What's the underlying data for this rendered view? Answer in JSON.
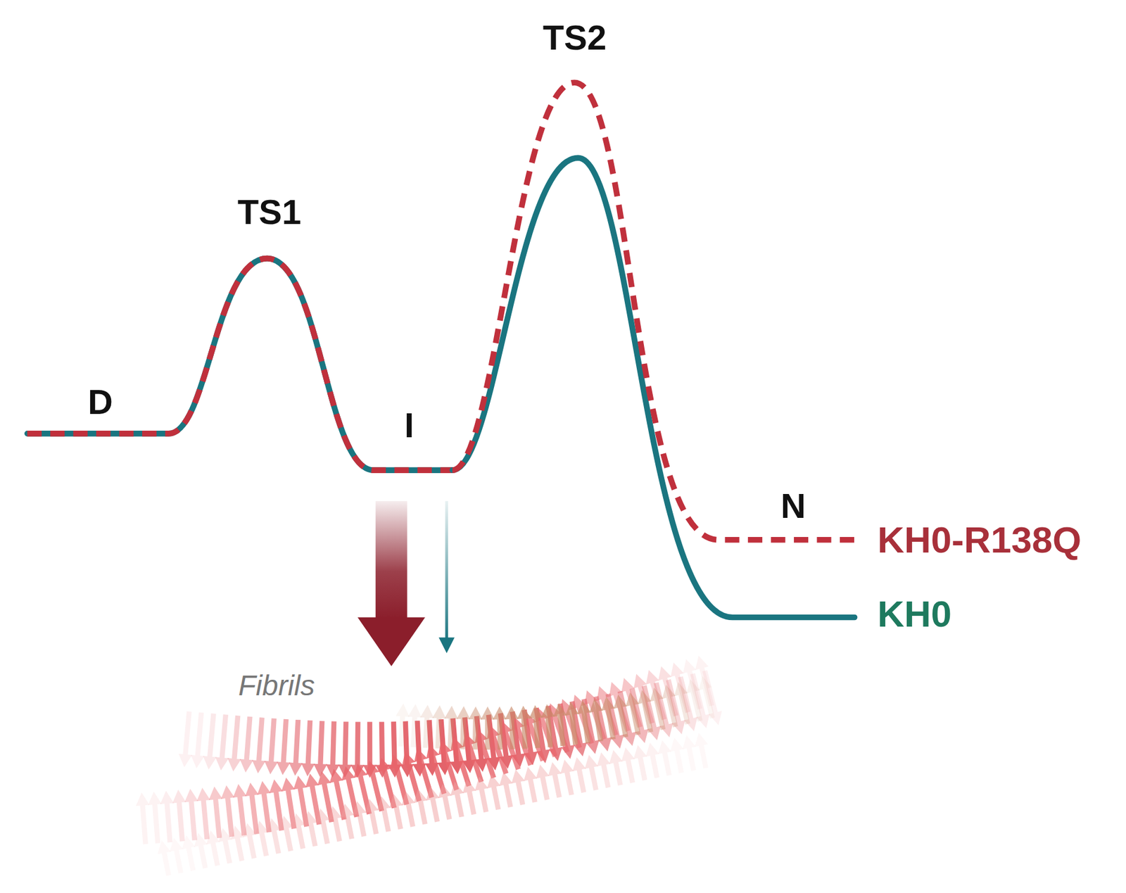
{
  "diagram": {
    "labels": [
      "D",
      "TS1",
      "I",
      "TS2",
      "N",
      "KH0-R138Q",
      "KH0",
      "Fibrils"
    ]
  }
}
